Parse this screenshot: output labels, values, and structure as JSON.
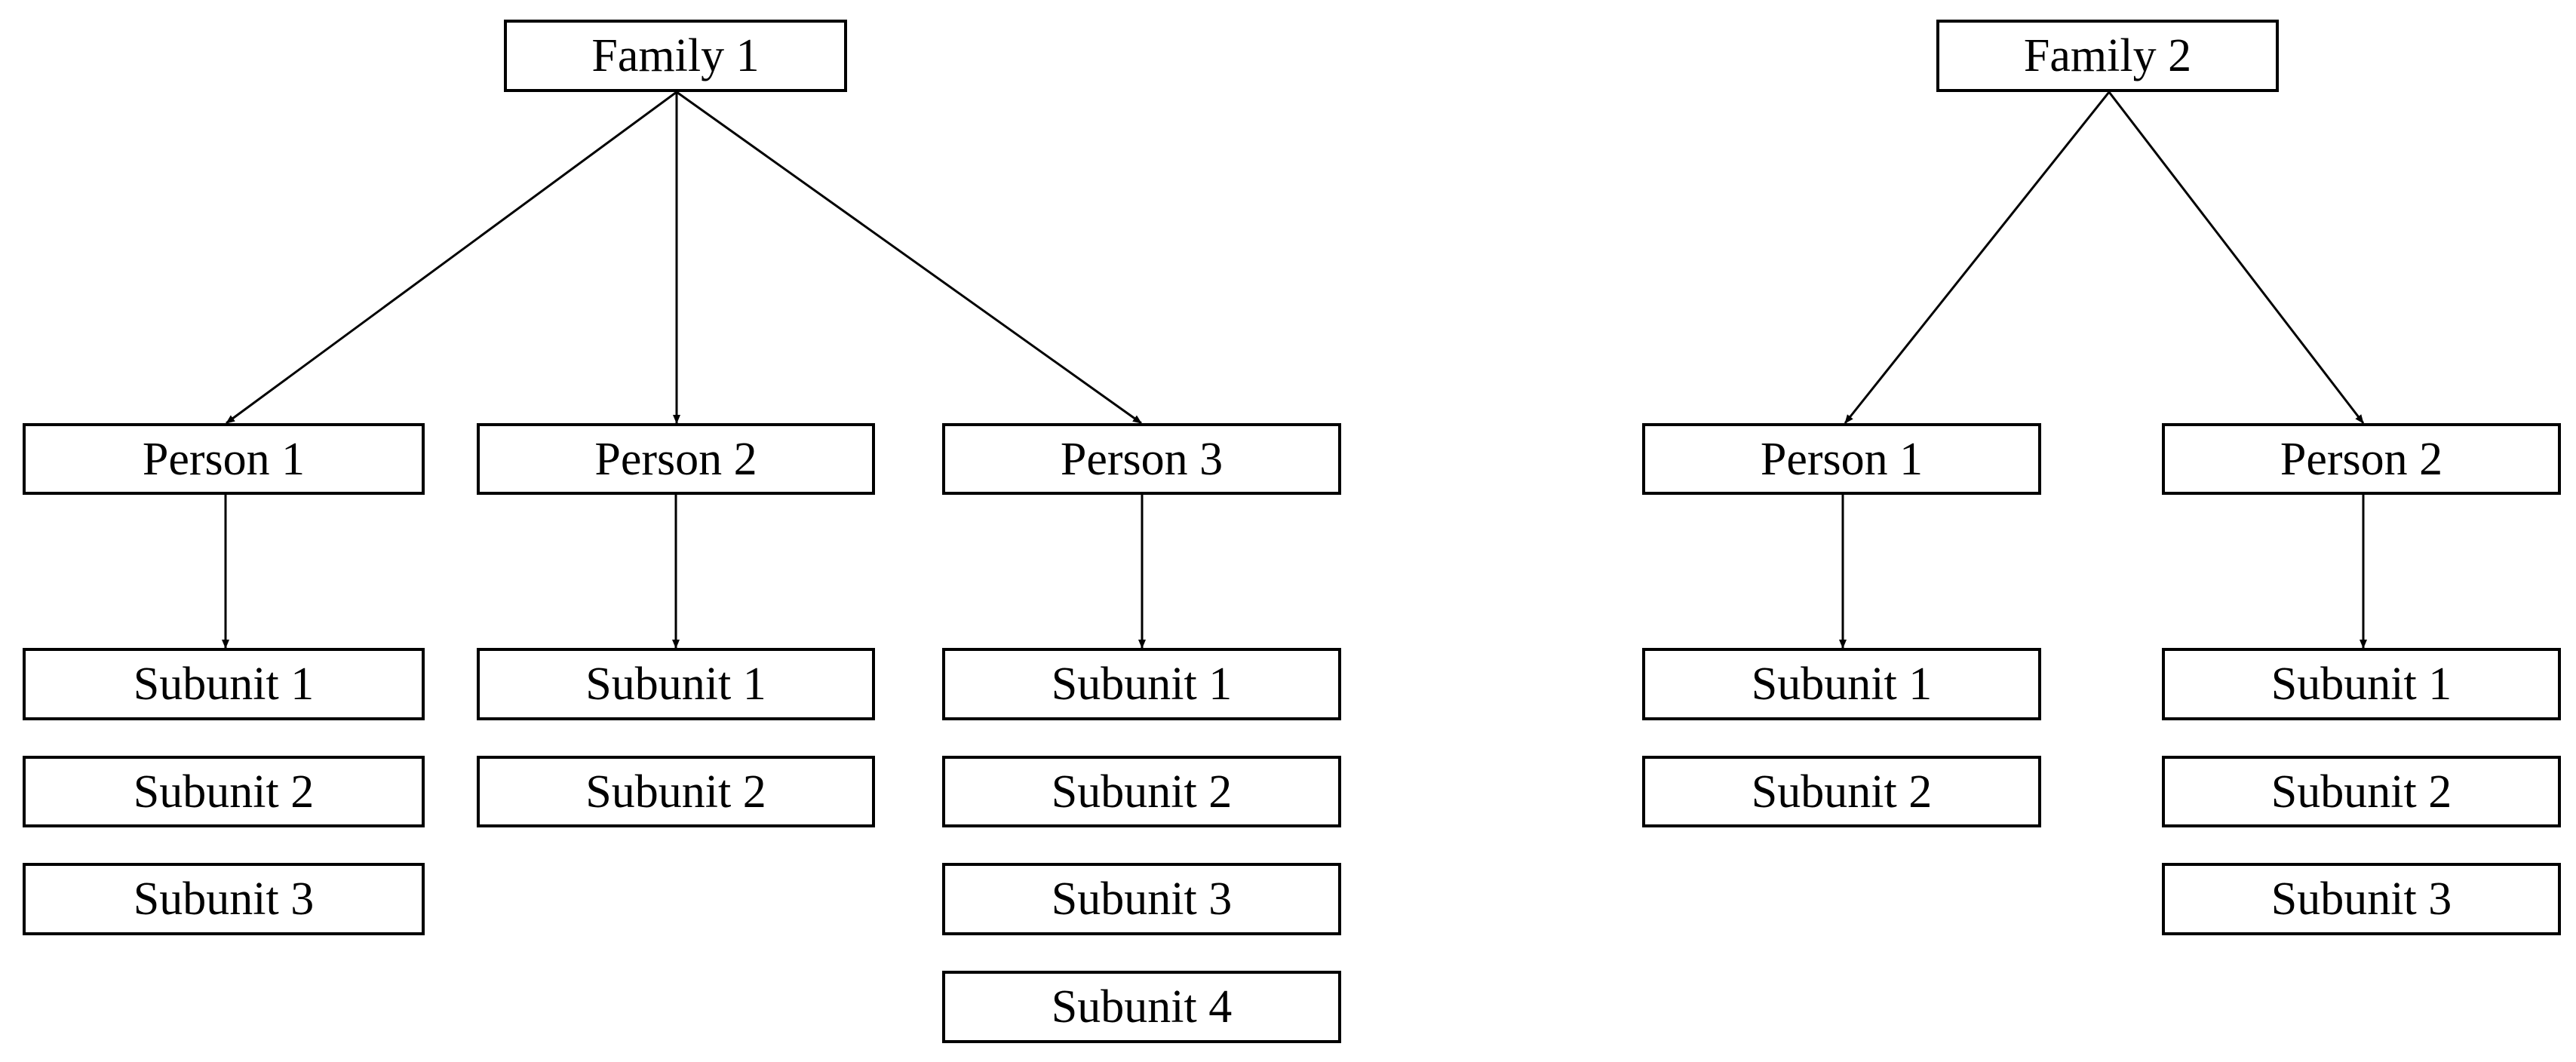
{
  "families": [
    {
      "label": "Family 1",
      "persons": [
        {
          "label": "Person 1",
          "subunits": [
            "Subunit 1",
            "Subunit 2",
            "Subunit 3"
          ]
        },
        {
          "label": "Person 2",
          "subunits": [
            "Subunit 1",
            "Subunit 2"
          ]
        },
        {
          "label": "Person 3",
          "subunits": [
            "Subunit 1",
            "Subunit 2",
            "Subunit 3",
            "Subunit 4"
          ]
        }
      ]
    },
    {
      "label": "Family 2",
      "persons": [
        {
          "label": "Person 1",
          "subunits": [
            "Subunit 1",
            "Subunit 2"
          ]
        },
        {
          "label": "Person 2",
          "subunits": [
            "Subunit 1",
            "Subunit 2",
            "Subunit 3"
          ]
        }
      ]
    }
  ],
  "colors": {
    "stroke": "#000000",
    "fill": "#ffffff"
  }
}
